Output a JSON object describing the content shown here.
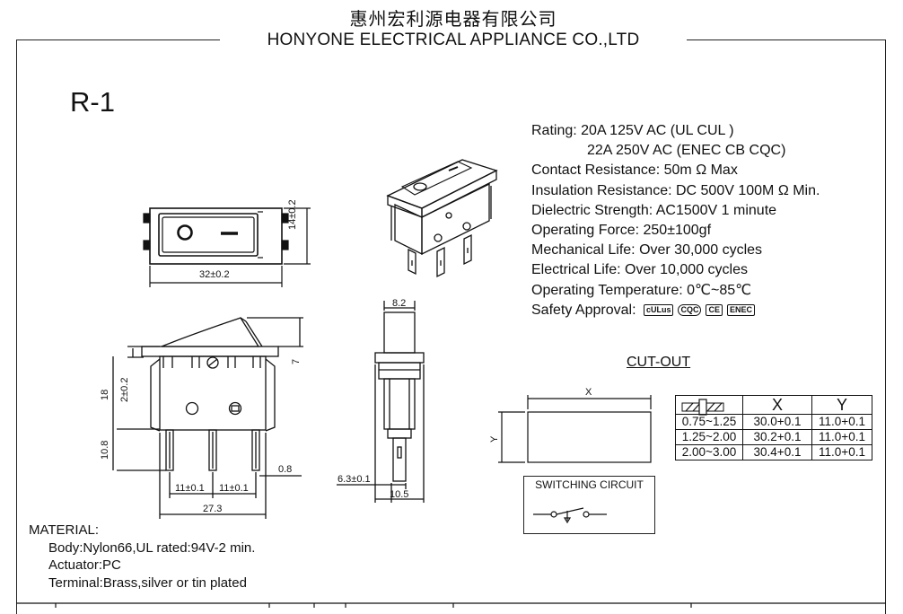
{
  "header": {
    "company_cn": "惠州宏利源电器有限公司",
    "company_en": "HONYONE ELECTRICAL APPLIANCE  CO.,LTD"
  },
  "model": "R-1",
  "specs": {
    "rating_1": "Rating: 20A 125V AC (UL  CUL  )",
    "rating_2": "22A 250V AC (ENEC CB CQC)",
    "contact_resistance": "Contact Resistance: 50m Ω Max",
    "insulation_resistance": "Insulation Resistance: DC 500V 100M Ω  Min.",
    "dielectric_strength": "Dielectric Strength: AC1500V 1 minute",
    "operating_force": "Operating Force: 250±100gf",
    "mechanical_life": "Mechanical Life: Over 30,000 cycles",
    "electrical_life": "Electrical Life: Over 10,000 cycles",
    "operating_temperature": "Operating Temperature: 0℃~85℃",
    "safety_approval": "Safety Approval:",
    "marks": [
      "cULus",
      "CQC",
      "CE",
      "ENEC"
    ]
  },
  "dimensions": {
    "top_width": "32±0.2",
    "top_height": "14±0.2",
    "side_height": "18",
    "side_inner": "2±0.2",
    "side_pin": "10.8",
    "side_actuator": "7",
    "pin_pitch_1": "11±0.1",
    "pin_pitch_2": "11±0.1",
    "pin_width": "0.8",
    "overall_width": "27.3",
    "end_width": "8.2",
    "end_term": "6.3±0.1",
    "end_base": "10.5",
    "cutout_x": "X",
    "cutout_y": "Y"
  },
  "cutout": {
    "title": "CUT-OUT",
    "headers": [
      "X",
      "Y"
    ],
    "rows": [
      [
        "0.75~1.25",
        "30.0+0.1",
        "11.0+0.1"
      ],
      [
        "1.25~2.00",
        "30.2+0.1",
        "11.0+0.1"
      ],
      [
        "2.00~3.00",
        "30.4+0.1",
        "11.0+0.1"
      ]
    ]
  },
  "switching_circuit": "SWITCHING CIRCUIT",
  "material": {
    "title": "MATERIAL:",
    "body": "Body:Nylon66,UL rated:94V-2 min.",
    "actuator": "Actuator:PC",
    "terminal": "Terminal:Brass,silver or tin plated"
  },
  "colors": {
    "line": "#111111",
    "background": "#ffffff"
  }
}
